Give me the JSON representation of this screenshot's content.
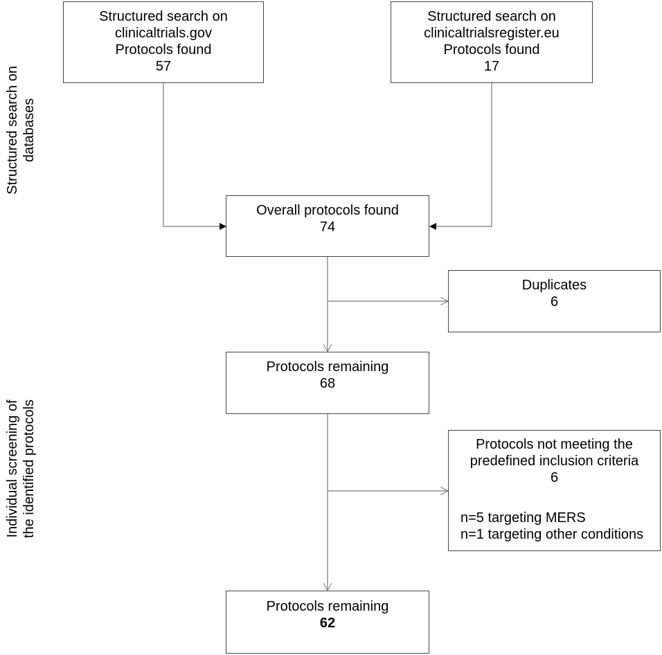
{
  "side_labels": {
    "stage1": [
      "Structured search on",
      "databases"
    ],
    "stage2": [
      "Individual screening of",
      "the identified protocols"
    ]
  },
  "boxes": {
    "gov": [
      "Structured search on",
      "clinicaltrials.gov",
      "Protocols found",
      "57"
    ],
    "eu": [
      "Structured search on",
      "clinicaltrialsregister.eu",
      "Protocols found",
      "17"
    ],
    "overall": [
      "Overall protocols found",
      "74"
    ],
    "duplicates": [
      "Duplicates",
      "6"
    ],
    "remaining1": [
      "Protocols remaining",
      "68"
    ],
    "excluded": {
      "lines": [
        "Protocols not meeting the",
        "predefined inclusion criteria",
        "6"
      ],
      "details": [
        "n=5 targeting MERS",
        "n=1 targeting other conditions"
      ]
    },
    "remaining2": [
      "Protocols remaining",
      "62"
    ]
  }
}
